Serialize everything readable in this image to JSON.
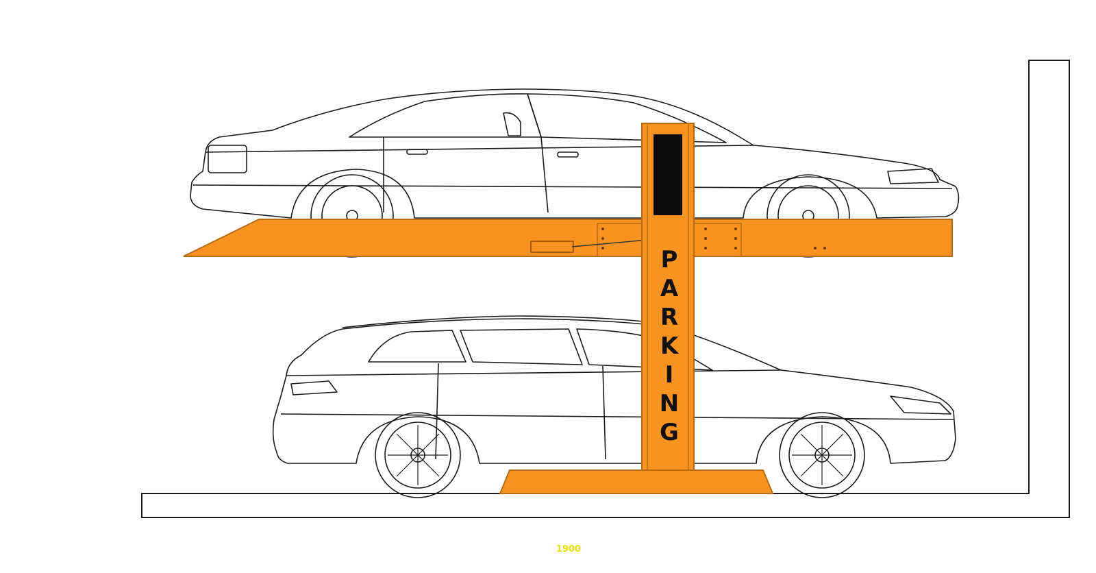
{
  "pillar_sign": {
    "letters": [
      "P",
      "A",
      "R",
      "K",
      "I",
      "N",
      "G"
    ]
  },
  "dimension_label": "1900",
  "colors": {
    "lift_orange": "#f7931e",
    "lift_outline": "#b86a10",
    "line": "#1a1a1a",
    "dimension_yellow": "#e8e000",
    "background": "#ffffff"
  },
  "parts": {
    "upper_car": "sedan-outline",
    "lower_car": "suv-outline",
    "platform": "upper-lift-platform",
    "column": "lift-column",
    "base": "column-base-plate",
    "floor": "garage-floor",
    "wall": "garage-wall"
  }
}
